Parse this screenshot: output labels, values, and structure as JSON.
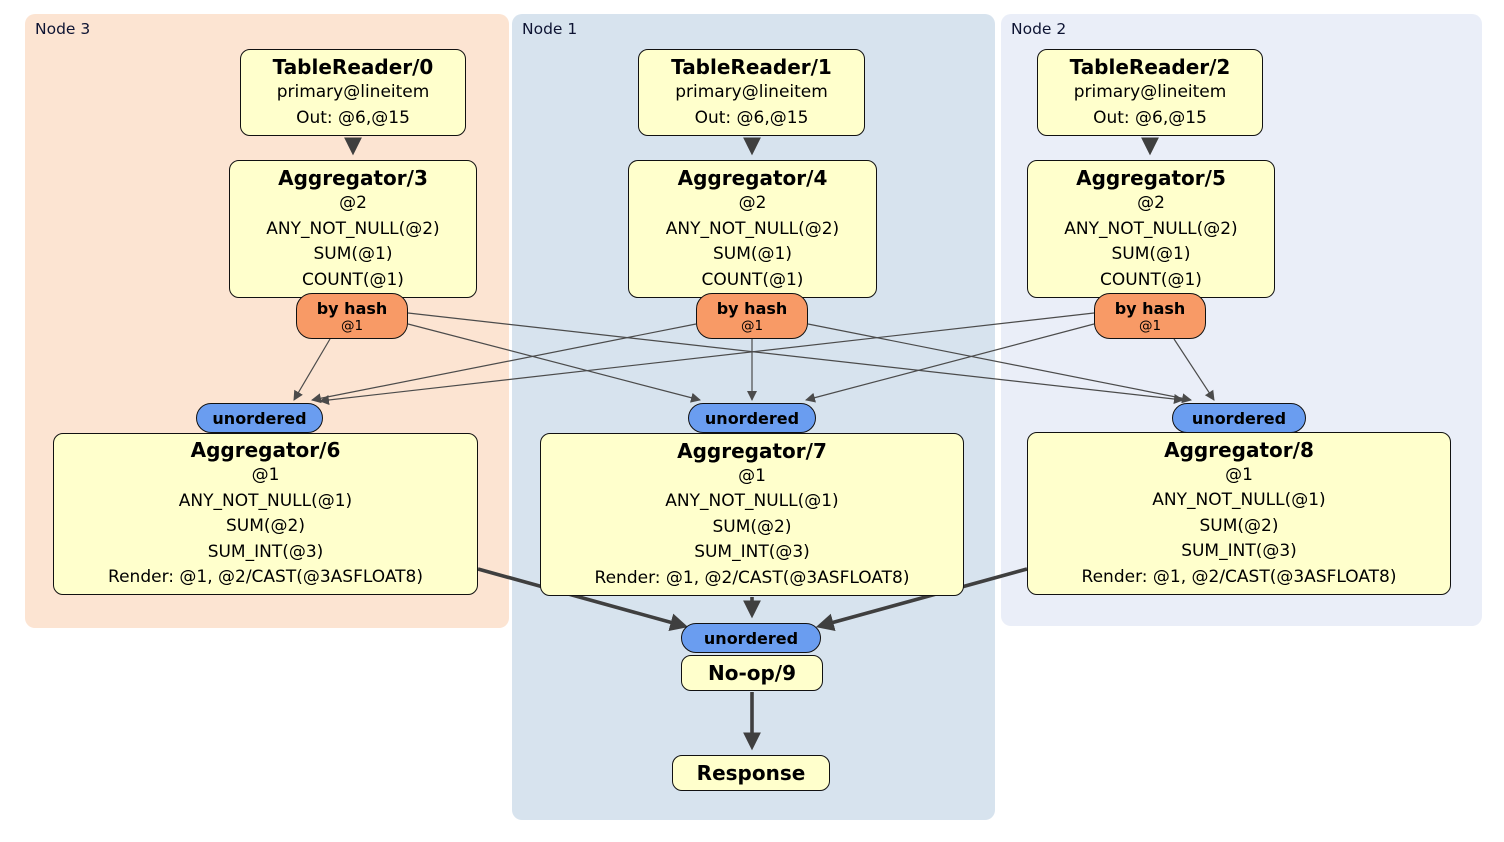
{
  "regions": [
    {
      "label": "Node 3",
      "table_reader": {
        "title": "TableReader/0",
        "lines": [
          "primary@lineitem",
          "Out: @6,@15"
        ]
      },
      "aggregator_top": {
        "title": "Aggregator/3",
        "lines": [
          "@2",
          "ANY_NOT_NULL(@2)",
          "SUM(@1)",
          "COUNT(@1)"
        ]
      },
      "router": {
        "title": "by hash",
        "detail": "@1"
      },
      "sync": {
        "label": "unordered"
      },
      "aggregator_bottom": {
        "title": "Aggregator/6",
        "lines": [
          "@1",
          "ANY_NOT_NULL(@1)",
          "SUM(@2)",
          "SUM_INT(@3)",
          "Render: @1, @2/CAST(@3ASFLOAT8)"
        ]
      }
    },
    {
      "label": "Node 1",
      "table_reader": {
        "title": "TableReader/1",
        "lines": [
          "primary@lineitem",
          "Out: @6,@15"
        ]
      },
      "aggregator_top": {
        "title": "Aggregator/4",
        "lines": [
          "@2",
          "ANY_NOT_NULL(@2)",
          "SUM(@1)",
          "COUNT(@1)"
        ]
      },
      "router": {
        "title": "by hash",
        "detail": "@1"
      },
      "sync": {
        "label": "unordered"
      },
      "aggregator_bottom": {
        "title": "Aggregator/7",
        "lines": [
          "@1",
          "ANY_NOT_NULL(@1)",
          "SUM(@2)",
          "SUM_INT(@3)",
          "Render: @1, @2/CAST(@3ASFLOAT8)"
        ]
      }
    },
    {
      "label": "Node 2",
      "table_reader": {
        "title": "TableReader/2",
        "lines": [
          "primary@lineitem",
          "Out: @6,@15"
        ]
      },
      "aggregator_top": {
        "title": "Aggregator/5",
        "lines": [
          "@2",
          "ANY_NOT_NULL(@2)",
          "SUM(@1)",
          "COUNT(@1)"
        ]
      },
      "router": {
        "title": "by hash",
        "detail": "@1"
      },
      "sync": {
        "label": "unordered"
      },
      "aggregator_bottom": {
        "title": "Aggregator/8",
        "lines": [
          "@1",
          "ANY_NOT_NULL(@1)",
          "SUM(@2)",
          "SUM_INT(@3)",
          "Render: @1, @2/CAST(@3ASFLOAT8)"
        ]
      }
    }
  ],
  "final": {
    "sync": {
      "label": "unordered"
    },
    "noop": {
      "title": "No-op/9"
    },
    "response": {
      "title": "Response"
    }
  },
  "colors": {
    "node3_bg": "#fce4d2",
    "node1_bg": "#d7e3ee",
    "node2_bg": "#eaeef8",
    "operator_bg": "#ffffcc",
    "router_bg": "#f89a66",
    "sync_bg": "#6a9df0",
    "edge": "#404040"
  }
}
